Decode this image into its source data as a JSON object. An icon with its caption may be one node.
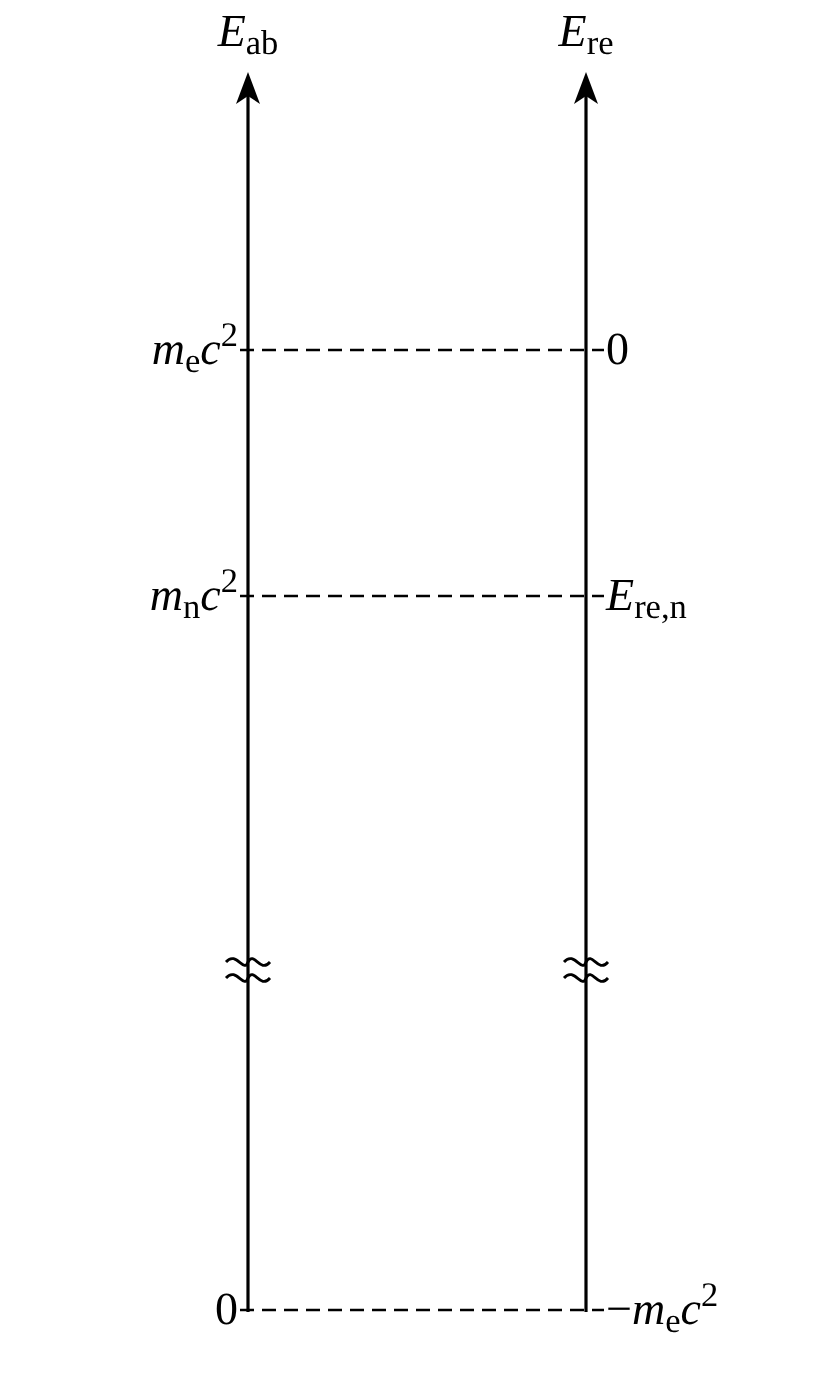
{
  "diagram": {
    "nodes": [
      {
        "text": [
          "*m*$_{e}$*c*$^{2}$"
        ]
      },
      {
        "text": [
          "0"
        ]
      },
      {
        "text": [
          "*m*$_{n}$*c*$^{2}$"
        ]
      },
      {
        "text": [
          "*E*$_{re,n}$"
        ]
      },
      {
        "text": [
          "0"
        ]
      },
      {
        "text": [
          "−*m*$_{e}$*c*$^{2}$"
        ]
      }
    ],
    "edges": [
      {
        "from": 0,
        "to": 1,
        "arrow": "none",
        "style": "dashed"
      },
      {
        "from": 2,
        "to": 3,
        "arrow": "none",
        "style": "dashed"
      },
      {
        "from": 4,
        "to": 5,
        "arrow": "none",
        "style": "dashed"
      }
    ],
    "labels": [
      "*E*$_{ab}$",
      "*E*$_{re}$"
    ]
  }
}
